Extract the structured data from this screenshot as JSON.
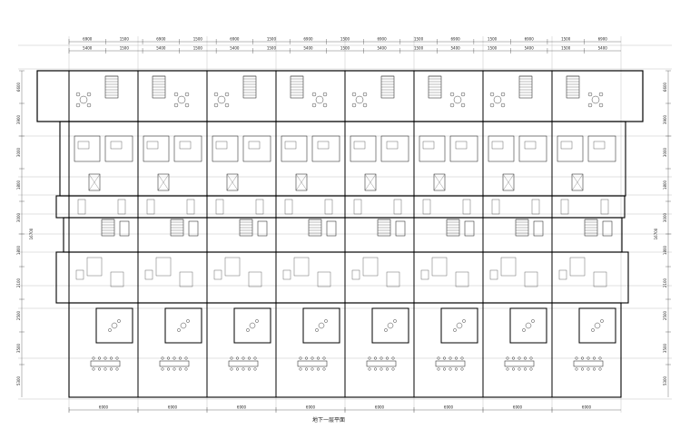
{
  "drawing": {
    "title": "地下一层平面",
    "top_dims_row1": [
      "6900",
      "1500",
      "6900",
      "1500",
      "6900",
      "1500",
      "6900",
      "1500",
      "6900",
      "1500",
      "6900",
      "1500",
      "6900",
      "1500",
      "6900"
    ],
    "top_dims_row2": [
      "5400",
      "1500",
      "5400",
      "1500",
      "5400",
      "1500",
      "5400",
      "1500",
      "5400",
      "1500",
      "5400",
      "1500",
      "5400",
      "1500",
      "5400"
    ],
    "bottom_dims": [
      "6900",
      "6900",
      "6900",
      "6900",
      "6900",
      "6900",
      "6900",
      "6900"
    ],
    "left_dims": [
      "6600",
      "3900",
      "3000",
      "1800",
      "3000",
      "1800",
      "2100",
      "2500",
      "3500",
      "5300"
    ],
    "left_total": "16700",
    "right_dims": [
      "6600",
      "3900",
      "3000",
      "1800",
      "3000",
      "1800",
      "2100",
      "2500",
      "3500",
      "5300"
    ],
    "right_total": "16700",
    "units": 8,
    "colors": {
      "line": "#111111",
      "wall": "#000000",
      "fine": "#444444"
    }
  }
}
